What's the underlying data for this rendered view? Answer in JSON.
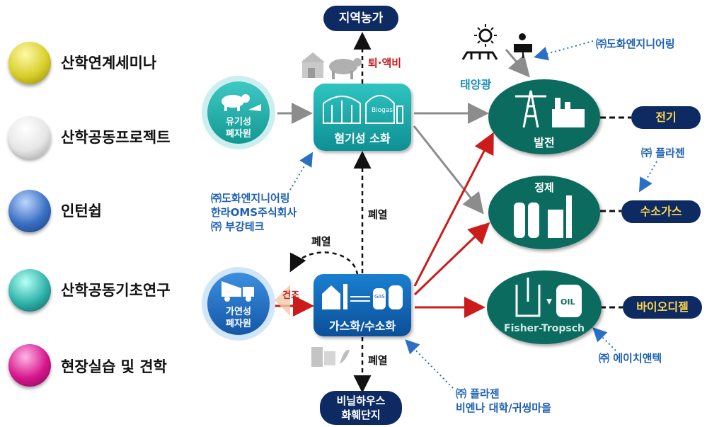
{
  "legend": [
    {
      "label": "산학연계세미나",
      "color": "#d8cf2a"
    },
    {
      "label": "산학공동프로젝트",
      "color": "#d9d9d9"
    },
    {
      "label": "인턴쉽",
      "color": "#3a6fc2"
    },
    {
      "label": "산학공동기초연구",
      "color": "#2fb3aa"
    },
    {
      "label": "현장실습 및 견학",
      "color": "#d6168c"
    }
  ],
  "nodes": {
    "local_farm": "지역농가",
    "manure_label": "퇴·액비",
    "organic_waste_line1": "유기성",
    "organic_waste_line2": "폐자원",
    "anaerobic": "혐기성 소화",
    "solar": "태양광",
    "power_gen": "발전",
    "refine": "정제",
    "fischer": "Fisher-Tropsch",
    "combustible_line1": "가연성",
    "combustible_line2": "폐자원",
    "drying": "건조",
    "gasification": "가스화/수소화",
    "greenhouse_line1": "비닐하우스",
    "greenhouse_line2": "화훼단지",
    "waste_heat_mid": "폐열",
    "waste_heat_loop": "폐열",
    "waste_heat_bottom": "폐열",
    "biogas_tank": "Biogas",
    "gas_tank": "GAS"
  },
  "outputs": {
    "electricity": "전기",
    "hydrogen": "수소가스",
    "biodiesel": "바이오디젤"
  },
  "partners": {
    "top_right": "㈜도화엔지니어링",
    "right_mid": "㈜ 플라젠",
    "right_bottom": "㈜ 에이치앤텍",
    "left_mid": [
      "㈜도화엔지니어링",
      "한라OMS주식회사",
      "㈜ 부강테크"
    ],
    "bottom": [
      "㈜ 플라젠",
      "비엔나 대학/귀씽마을"
    ]
  }
}
